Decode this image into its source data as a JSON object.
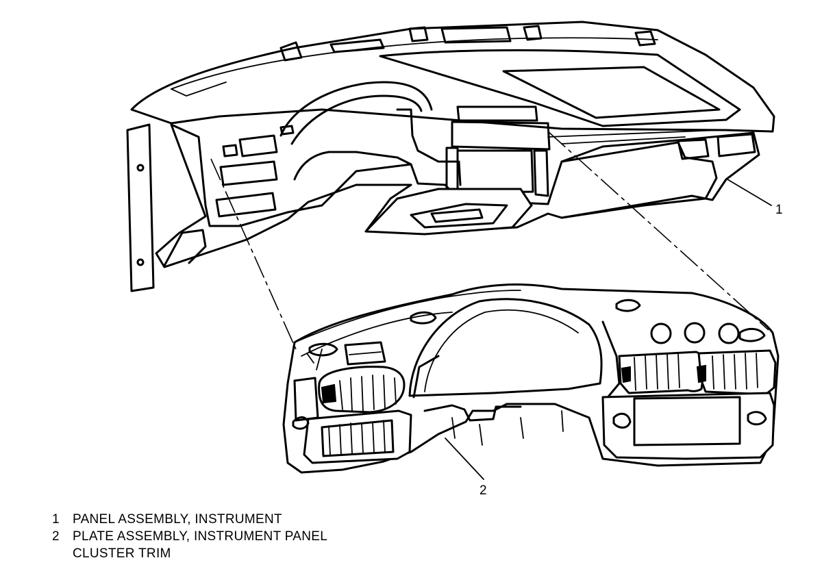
{
  "callouts": [
    {
      "number": "1"
    },
    {
      "number": "2"
    }
  ],
  "legend": [
    {
      "number": "1",
      "text": "PANEL ASSEMBLY, INSTRUMENT",
      "continuation": ""
    },
    {
      "number": "2",
      "text": "PLATE ASSEMBLY, INSTRUMENT PANEL",
      "continuation": "CLUSTER TRIM"
    }
  ]
}
